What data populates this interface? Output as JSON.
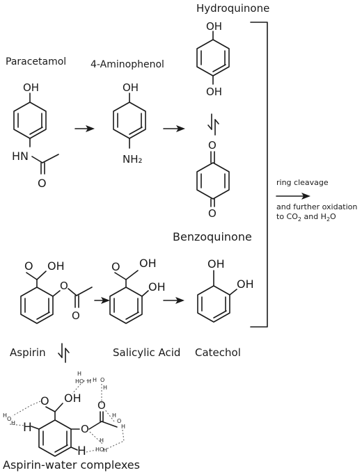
{
  "labels": {
    "paracetamol": "Paracetamol",
    "aminophenol": "4-Aminophenol",
    "hydroquinone": "Hydroquinone",
    "benzoquinone": "Benzoquinone",
    "aspirin": "Aspirin",
    "salicylic_acid": "Salicylic Acid",
    "catechol": "Catechol",
    "aspirin_water": "Aspirin-water complexes"
  },
  "ring_cleavage": {
    "line1": "ring cleavage",
    "line2": "and further oxidation",
    "line3_prefix": "to CO",
    "line3_sub1": "2",
    "line3_mid": " and H",
    "line3_sub2": "2",
    "line3_suffix": "O"
  },
  "atoms": {
    "oh": "OH",
    "hn": "HN",
    "o": "O",
    "nh2": "NH₂",
    "h": "H",
    "ho": "HO"
  }
}
